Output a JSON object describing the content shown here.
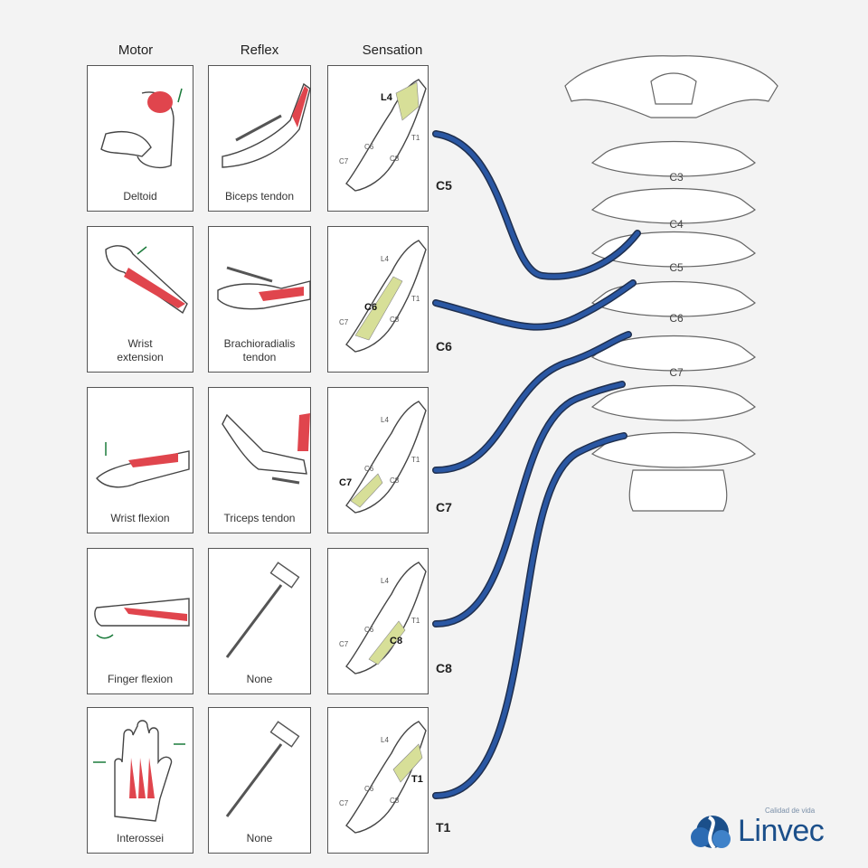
{
  "headers": {
    "motor": "Motor",
    "reflex": "Reflex",
    "sensation": "Sensation"
  },
  "rows": [
    {
      "level": "C5",
      "motor": "Deltoid",
      "reflex": "Biceps tendon",
      "highlight": "L4"
    },
    {
      "level": "C6",
      "motor": "Wrist\nextension",
      "reflex": "Brachioradialis\ntendon",
      "highlight": "C6"
    },
    {
      "level": "C7",
      "motor": "Wrist flexion",
      "reflex": "Triceps tendon",
      "highlight": "C7"
    },
    {
      "level": "C8",
      "motor": "Finger flexion",
      "reflex": "None",
      "highlight": "C8"
    },
    {
      "level": "T1",
      "motor": "Interossei",
      "reflex": "None",
      "highlight": "T1"
    }
  ],
  "dermatome_labels": [
    "L4",
    "C6",
    "T1",
    "C7",
    "C8"
  ],
  "vertebrae": [
    "C3",
    "C4",
    "C5",
    "C6",
    "C7"
  ],
  "logo": {
    "name": "Linvec",
    "tagline": "Calidad de vida"
  },
  "colors": {
    "muscle": "#e0454d",
    "nerve": "#2a57a3",
    "nerve_edge": "#1f2f4e",
    "dermatome": "#d7df98"
  }
}
